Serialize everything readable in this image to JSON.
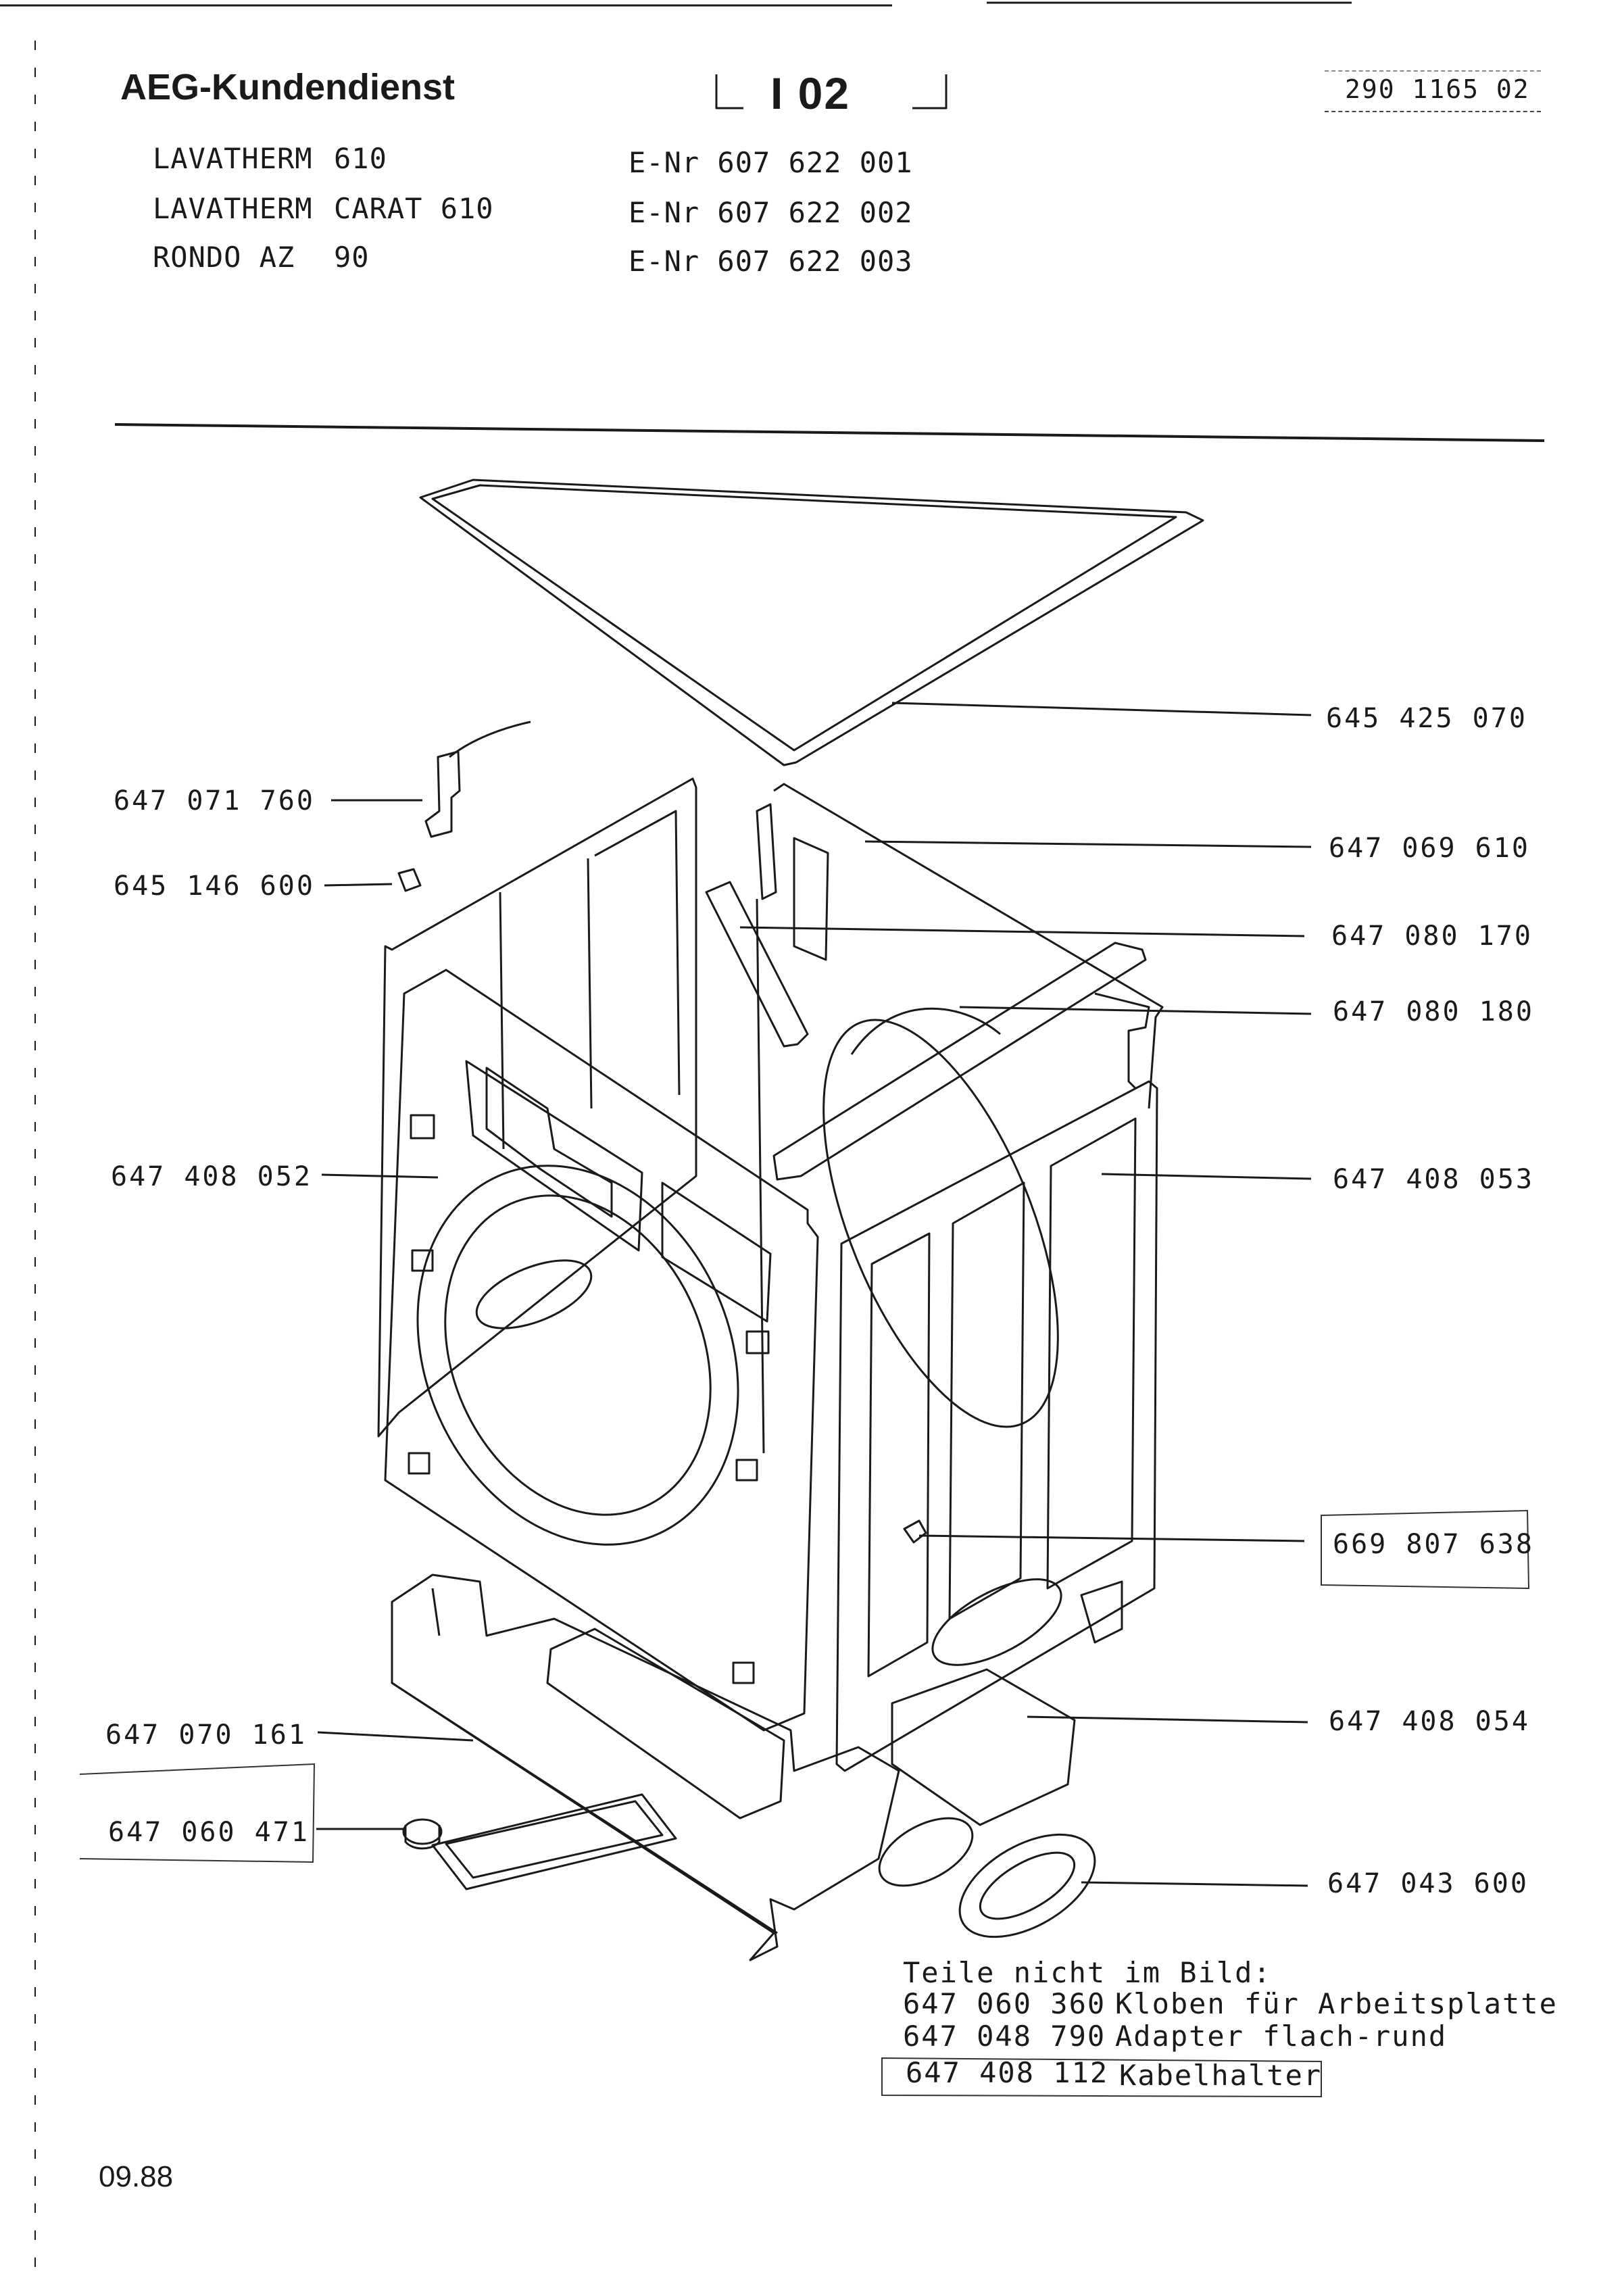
{
  "header": {
    "brand": "AEG-Kundendienst",
    "sheet_code": "I 02",
    "document_number": "290 1165 02"
  },
  "models": [
    {
      "name": "LAVATHERM",
      "variant": "610",
      "enr": "E-Nr 607 622 001"
    },
    {
      "name": "LAVATHERM",
      "variant": "CARAT 610",
      "enr": "E-Nr 607 622 002"
    },
    {
      "name": "RONDO AZ",
      "variant": "90",
      "enr": "E-Nr 607 622 003"
    }
  ],
  "parts": {
    "top_plate": "645 425 070",
    "sensor_bracket": "647 071 760",
    "clip": "645 146 600",
    "rear_panel": "647 069 610",
    "brace_diagonal": "647 080 170",
    "top_rail": "647 080 180",
    "front_panel": "647 408 052",
    "side_panel": "647 408 053",
    "screw": "669 807 638",
    "duct_housing": "647 408 054",
    "gasket": "647 070 161",
    "foot": "647 060 471",
    "seal_ring": "647 043 600"
  },
  "not_shown": {
    "heading": "Teile nicht im Bild:",
    "items": [
      {
        "number": "647 060 360",
        "label": "Kloben für Arbeitsplatte"
      },
      {
        "number": "647 048 790",
        "label": "Adapter flach-rund"
      },
      {
        "number": "647 408 112",
        "label": "Kabelhalter"
      }
    ]
  },
  "footer": {
    "date": "09.88"
  }
}
